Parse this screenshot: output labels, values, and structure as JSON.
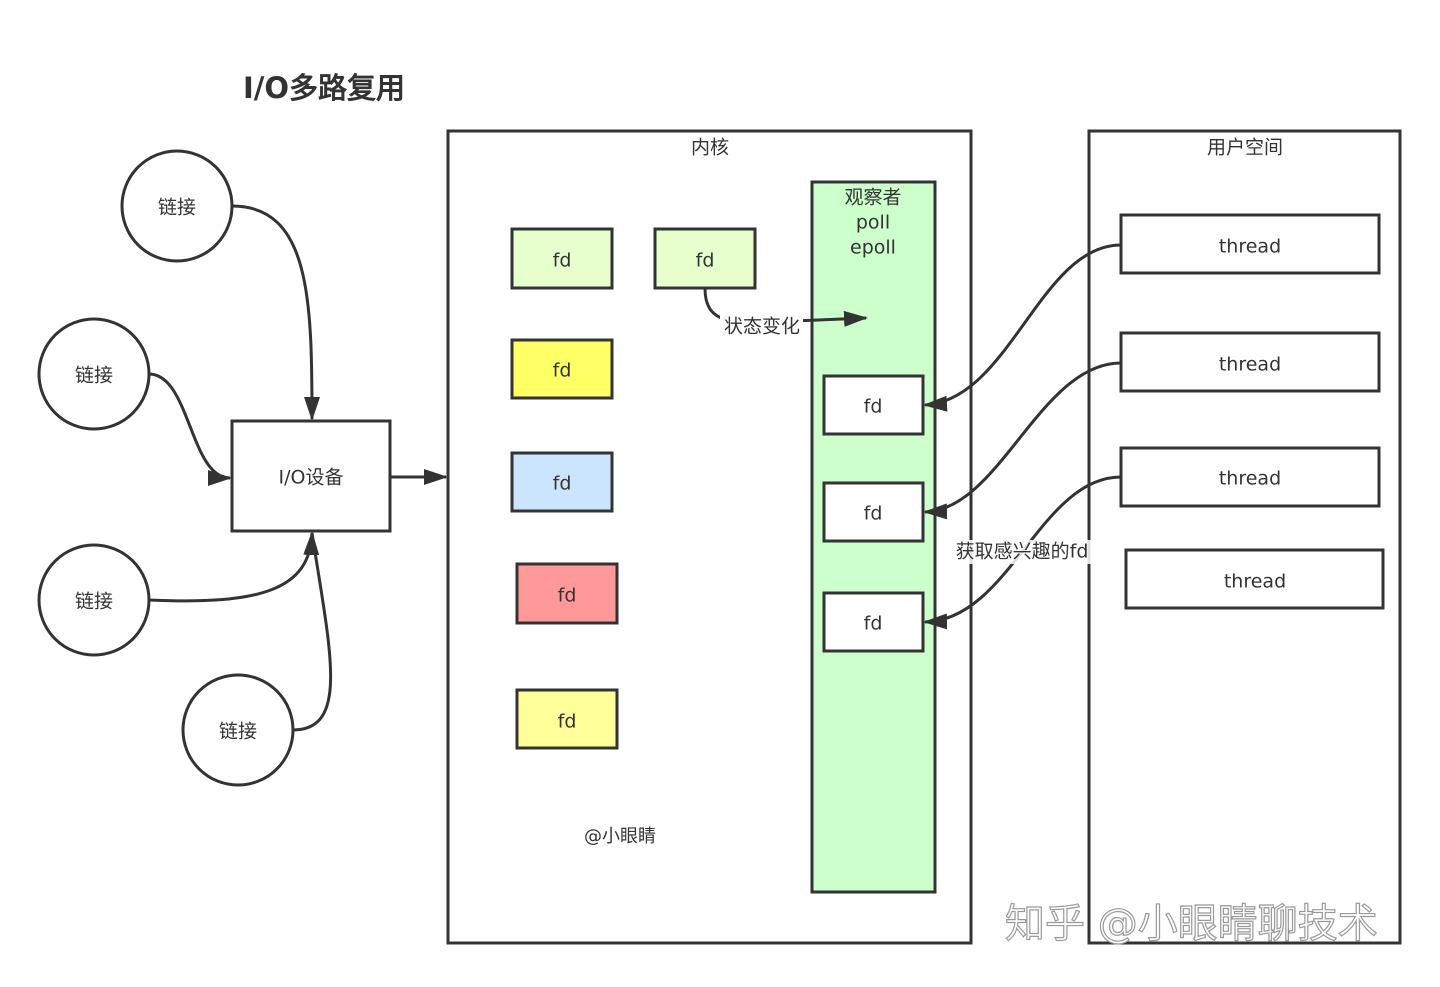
{
  "title": "I/O多路复用",
  "connections": [
    "链接",
    "链接",
    "链接",
    "链接"
  ],
  "io_device": "I/O设备",
  "kernel": {
    "label": "内核",
    "fds": [
      {
        "label": "fd",
        "color": "#e6ffcc"
      },
      {
        "label": "fd",
        "color": "#e6ffcc"
      },
      {
        "label": "fd",
        "color": "#ffff66"
      },
      {
        "label": "fd",
        "color": "#cce5ff"
      },
      {
        "label": "fd",
        "color": "#ff9999"
      },
      {
        "label": "fd",
        "color": "#ffff99"
      }
    ],
    "state_change_label": "状态变化",
    "observer": {
      "line1": "观察者",
      "line2": "poll",
      "line3": "epoll",
      "color": "#ccffcc",
      "fds": [
        "fd",
        "fd",
        "fd"
      ]
    },
    "author": "@小眼睛"
  },
  "user_space": {
    "label": "用户空间",
    "threads": [
      "thread",
      "thread",
      "thread",
      "thread"
    ],
    "fetch_label": "获取感兴趣的fd"
  },
  "watermark": "知乎 @小眼睛聊技术"
}
